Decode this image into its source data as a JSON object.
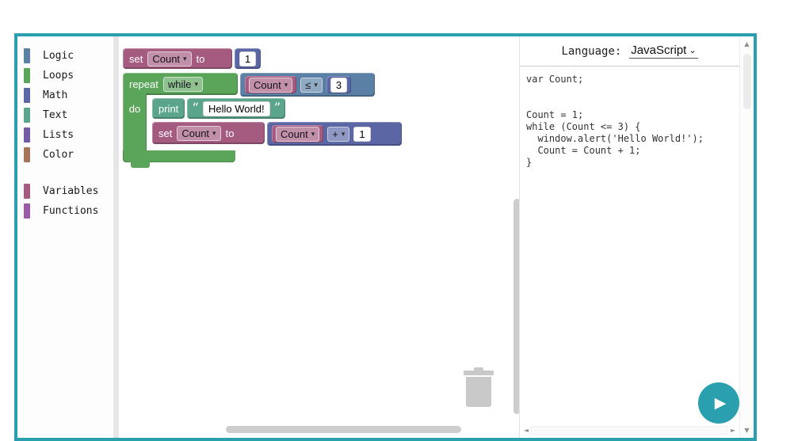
{
  "colors": {
    "accent_teal": "#2a9fad",
    "logic_blue": "#5b80a5",
    "loops_green": "#5ba55b",
    "math_blue": "#5b67a5",
    "text_green": "#5ba58d",
    "lists_purple": "#745ba5",
    "color_brown": "#a5745b",
    "variables_magenta": "#a55b80",
    "functions_purple": "#995ba5"
  },
  "icons": {
    "dropdown_caret": "▾",
    "select_caret": "⌄",
    "play": "▶",
    "scroll_up": "▲",
    "scroll_down": "▼",
    "scroll_left": "◄",
    "scroll_right": "►",
    "quote_open": "“",
    "quote_close": "”",
    "trash": "css-shape"
  },
  "toolbox": {
    "categories": [
      {
        "label": "Logic",
        "color": "#5b80a5"
      },
      {
        "label": "Loops",
        "color": "#5ba55b"
      },
      {
        "label": "Math",
        "color": "#5b67a5"
      },
      {
        "label": "Text",
        "color": "#5ba58d"
      },
      {
        "label": "Lists",
        "color": "#745ba5"
      },
      {
        "label": "Color",
        "color": "#a5745b"
      },
      {
        "label": "Variables",
        "color": "#a55b80"
      },
      {
        "label": "Functions",
        "color": "#995ba5"
      }
    ]
  },
  "workspace": {
    "set_block_1": {
      "keyword": "set",
      "variable": "Count",
      "to_label": "to",
      "value": "1"
    },
    "repeat_block": {
      "keyword": "repeat",
      "mode": "while",
      "do_label": "do",
      "condition": {
        "variable": "Count",
        "operator": "≤",
        "value": "3"
      }
    },
    "print_block": {
      "keyword": "print",
      "text": "Hello World!"
    },
    "set_block_2": {
      "keyword": "set",
      "variable": "Count",
      "to_label": "to",
      "expression": {
        "variable": "Count",
        "operator": "+",
        "value": "1"
      }
    }
  },
  "code_panel": {
    "language_label": "Language:",
    "language_selected": "JavaScript",
    "code": "var Count;\n\n\nCount = 1;\nwhile (Count <= 3) {\n  window.alert('Hello World!');\n  Count = Count + 1;\n}"
  }
}
